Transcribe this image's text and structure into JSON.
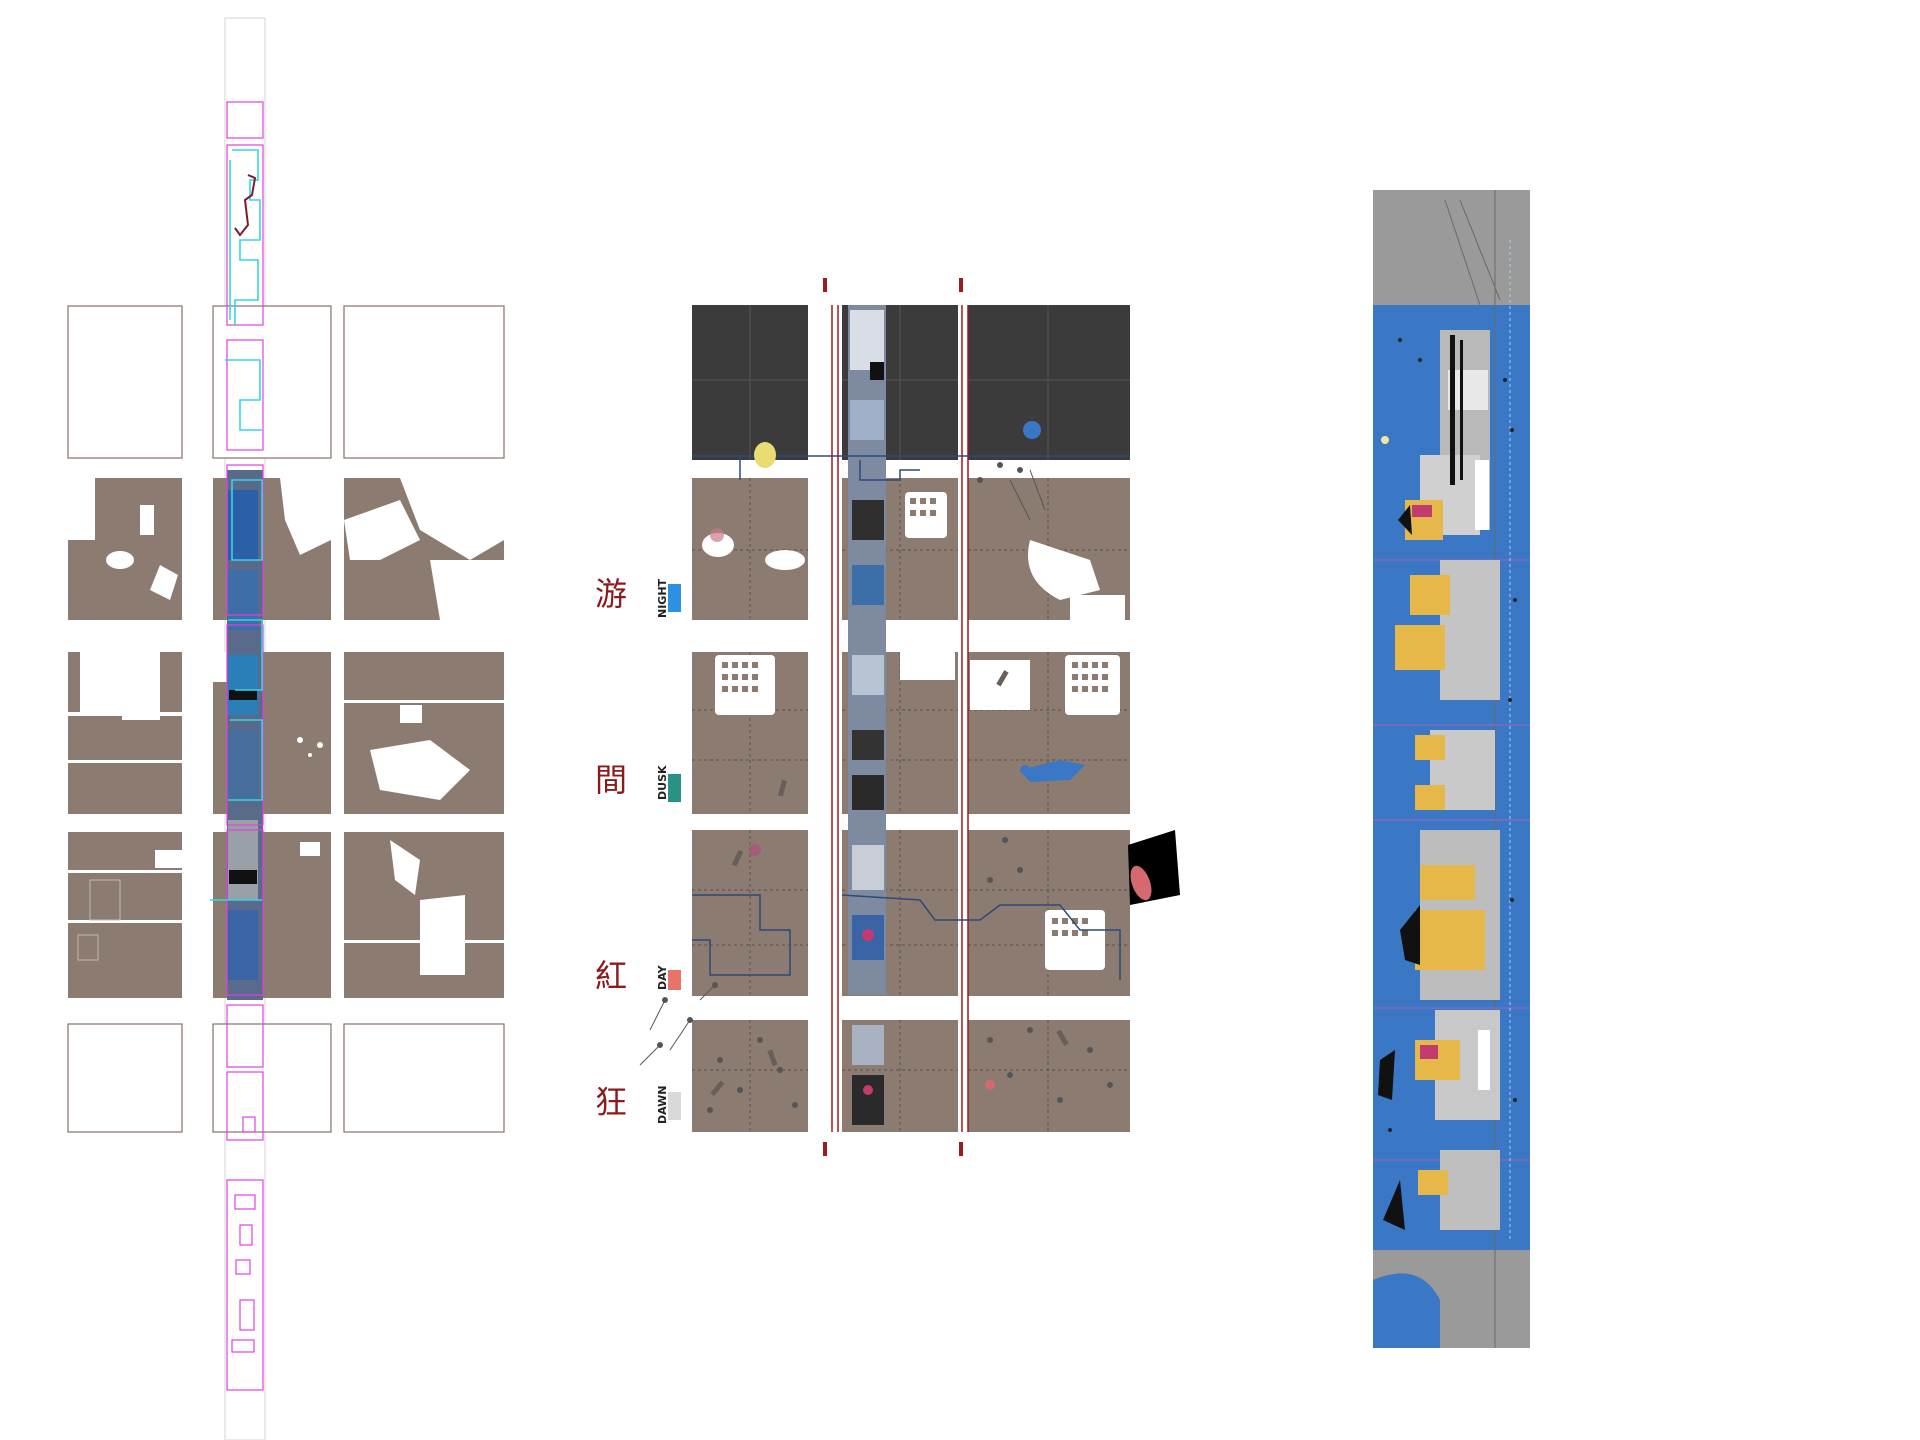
{
  "legend": [
    {
      "glyph": "游",
      "period": "NIGHT",
      "color": "#2f8fe0"
    },
    {
      "glyph": "間",
      "period": "DUSK",
      "color": "#2a9187"
    },
    {
      "glyph": "紅",
      "period": "DAY",
      "color": "#e8736b"
    },
    {
      "glyph": "狂",
      "period": "DAWN",
      "color": "#d9d9d9"
    }
  ],
  "colors": {
    "ground": "#8c7b70",
    "ground_light": "#ad9e93",
    "night_block": "#3b3b3b",
    "street_line": "#9b1c1c",
    "outline_pink": "#e040e0",
    "outline_cyan": "#33d6e6",
    "strip_blue": "#3a78c6",
    "strip_grey": "#8a8a8a",
    "frame_brown": "#8a6f68"
  },
  "icons": [
    "figure-collage",
    "route-trace",
    "lantern-mark"
  ]
}
